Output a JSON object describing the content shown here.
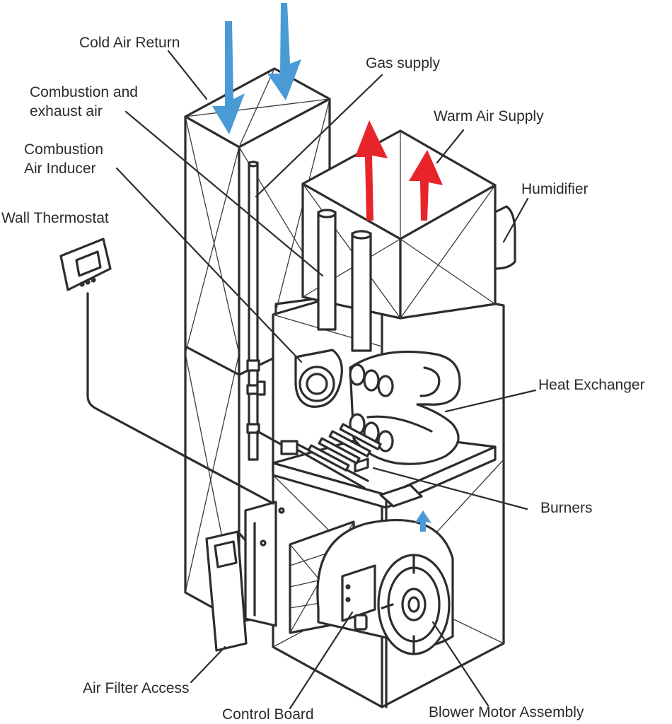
{
  "labels": {
    "cold_air_return": "Cold Air Return",
    "gas_supply": "Gas supply",
    "combustion_exhaust_1": "Combustion and",
    "combustion_exhaust_2": "exhaust air",
    "warm_air_supply": "Warm Air Supply",
    "combustion_inducer_1": "Combustion",
    "combustion_inducer_2": "Air Inducer",
    "humidifier": "Humidifier",
    "wall_thermostat": "Wall Thermostat",
    "heat_exchanger": "Heat Exchanger",
    "burners": "Burners",
    "air_filter_access": "Air Filter Access",
    "control_board": "Control Board",
    "blower_motor_assembly": "Blower Motor Assembly"
  },
  "colors": {
    "cold_air": "#4a9ad6",
    "warm_air": "#e8242b",
    "line": "#2d2d2d"
  }
}
